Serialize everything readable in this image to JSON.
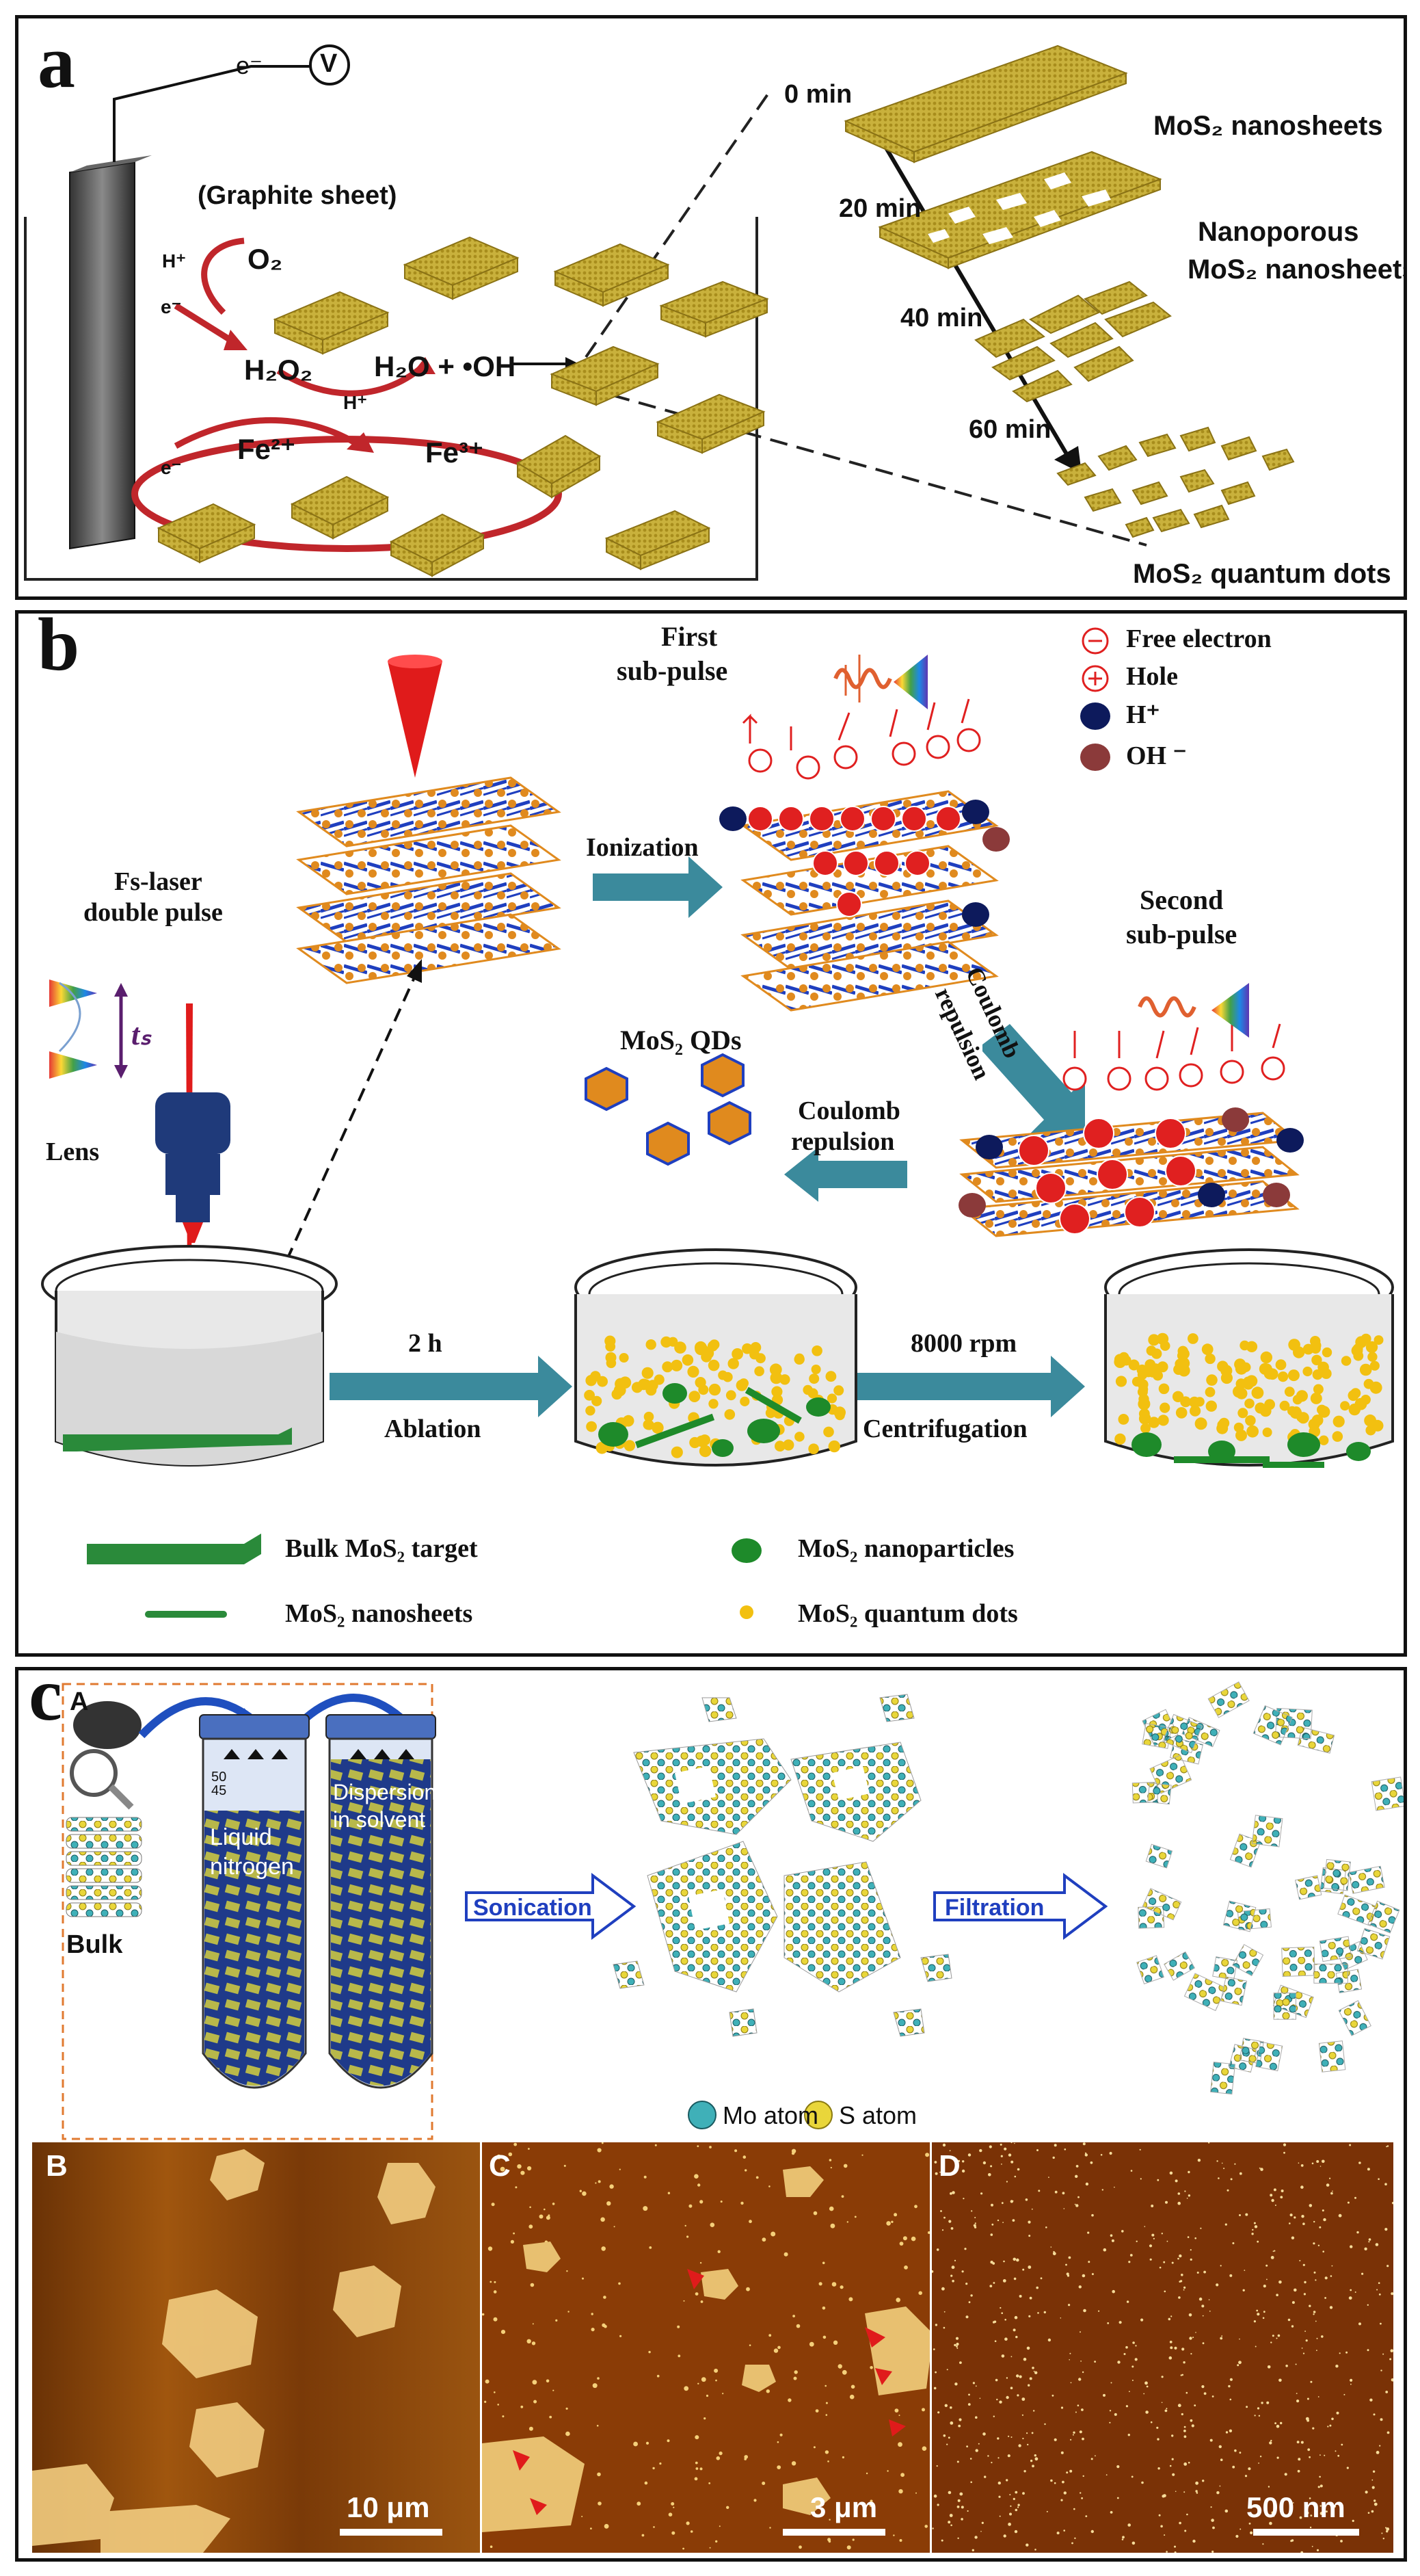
{
  "panel_a": {
    "label": "a",
    "electron": "e⁻",
    "voltmeter": "V",
    "graphite": "(Graphite sheet)",
    "h_plus_1": "H⁺",
    "o2": "O₂",
    "e_1": "e⁻",
    "h2o2": "H₂O₂",
    "h_plus_2": "H⁺",
    "products": "H₂O + •OH",
    "e_2": "e⁻",
    "fe2": "Fe²⁺",
    "fe3": "Fe³⁺",
    "t0": "0 min",
    "t20": "20 min",
    "t40": "40 min",
    "t60": "60 min",
    "nanosheets": "MoS₂ nanosheets",
    "nanoporous_1": "Nanoporous",
    "nanoporous_2": "MoS₂ nanosheets",
    "qds": "MoS₂ quantum dots"
  },
  "panel_b": {
    "label": "b",
    "first_1": "First",
    "first_2": "sub-pulse",
    "free_electron": "Free electron",
    "hole": "Hole",
    "hplus": "H⁺",
    "oh": "OH ⁻",
    "ionization": "Ionization",
    "fs_1": "Fs-laser",
    "fs_2": "double pulse",
    "ts": "tₛ",
    "second_1": "Second",
    "second_2": "sub-pulse",
    "coulomb_diag_1": "Coulomb",
    "coulomb_diag_2": "repulsion",
    "qds": "MoS₂ QDs",
    "coulomb_1": "Coulomb",
    "coulomb_2": "repulsion",
    "lens": "Lens",
    "time": "2 h",
    "ablation": "Ablation",
    "rpm": "8000 rpm",
    "centrifugation": "Centrifugation",
    "legend_bulk": "Bulk MoS₂ target",
    "legend_nanosheets": "MoS₂ nanosheets",
    "legend_nanoparticles": "MoS₂ nanoparticles",
    "legend_qds": "MoS₂ quantum dots"
  },
  "panel_c": {
    "label": "c",
    "sub_a": "A",
    "bulk": "Bulk",
    "tube1_1": "Liquid",
    "tube1_2": "nitrogen",
    "tube2_1": "Dispersion",
    "tube2_2": "in solvent",
    "sonication": "Sonication",
    "filtration": "Filtration",
    "mo_atom": "Mo atom",
    "s_atom": "S atom",
    "sub_b": "B",
    "sub_c": "C",
    "sub_d": "D",
    "scale_b": "10 μm",
    "scale_c": "3 μm",
    "scale_d": "500 nm",
    "tube_marks_1": "50",
    "tube_marks_2": "45"
  },
  "colors": {
    "mos2_gold": "#c9b13c",
    "arrow_teal": "#3b8a9c",
    "laser_red": "#e01b1b",
    "nanoparticle_green": "#1e8a2a",
    "afm_brown": "#7a3a08"
  }
}
